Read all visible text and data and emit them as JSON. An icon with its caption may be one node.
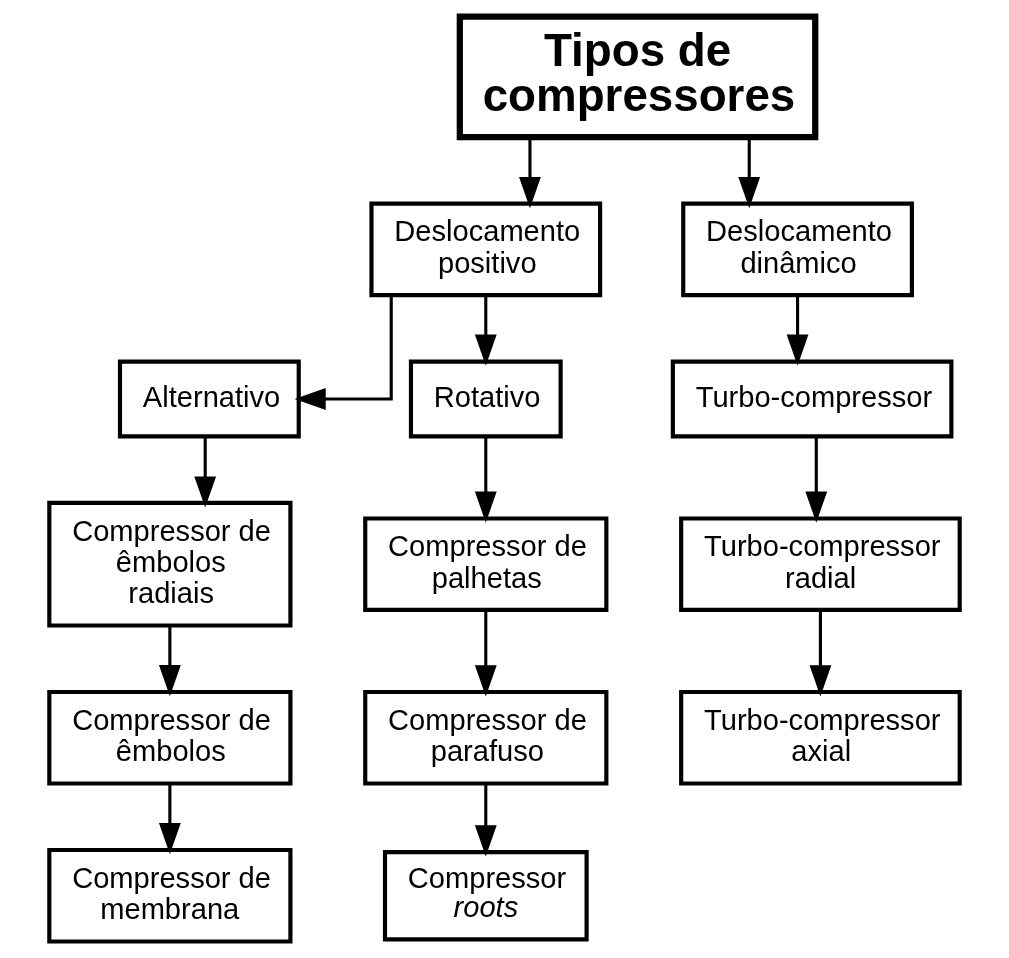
{
  "diagram": {
    "nodes": [
      {
        "text": [
          "Tipos de compressores"
        ]
      },
      {
        "text": [
          "Deslocamento positivo"
        ]
      },
      {
        "text": [
          "Deslocamento dinâmico"
        ]
      },
      {
        "text": [
          "Alternativo"
        ]
      },
      {
        "text": [
          "Rotativo"
        ]
      },
      {
        "text": [
          "Turbo-compressor"
        ]
      },
      {
        "text": [
          "Compressor de êmbolos radiais"
        ]
      },
      {
        "text": [
          "Compressor de palhetas"
        ]
      },
      {
        "text": [
          "Turbo-compressor radial"
        ]
      },
      {
        "text": [
          "Compressor de êmbolos"
        ]
      },
      {
        "text": [
          "Compressor de parafuso"
        ]
      },
      {
        "text": [
          "Turbo-compressor axial"
        ]
      },
      {
        "text": [
          "Compressor de membrana"
        ]
      },
      {
        "text": [
          "Compressor *roots*"
        ]
      }
    ],
    "edges": [
      {
        "from": 0,
        "to": 1,
        "arrow": "to"
      },
      {
        "from": 0,
        "to": 2,
        "arrow": "to"
      },
      {
        "from": 1,
        "to": 3,
        "arrow": "to"
      },
      {
        "from": 1,
        "to": 4,
        "arrow": "to"
      },
      {
        "from": 2,
        "to": 5,
        "arrow": "to"
      },
      {
        "from": 3,
        "to": 6,
        "arrow": "to"
      },
      {
        "from": 6,
        "to": 9,
        "arrow": "to"
      },
      {
        "from": 9,
        "to": 12,
        "arrow": "to"
      },
      {
        "from": 4,
        "to": 7,
        "arrow": "to"
      },
      {
        "from": 7,
        "to": 10,
        "arrow": "to"
      },
      {
        "from": 10,
        "to": 13,
        "arrow": "to"
      },
      {
        "from": 5,
        "to": 8,
        "arrow": "to"
      },
      {
        "from": 8,
        "to": 11,
        "arrow": "to"
      }
    ]
  }
}
